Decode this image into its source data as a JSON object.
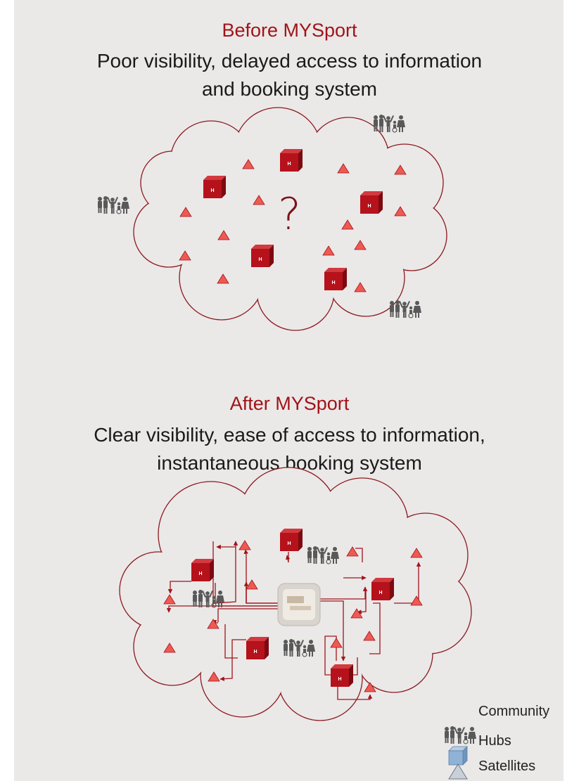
{
  "before": {
    "heading": "Before MYSport",
    "line1": "Poor visibility, delayed access to information",
    "line2": "and booking system",
    "question": "?"
  },
  "after": {
    "heading": "After MYSport",
    "line1": "Clear visibility, ease of access to information,",
    "line2": "instantaneous booking system"
  },
  "hub_label": "H",
  "legend": {
    "community": "Community",
    "hubs": "Hubs",
    "satellites": "Satellites"
  },
  "colors": {
    "panel": "#ebe8e8",
    "accent": "#a01418",
    "hub": "#b5121b",
    "satellite": "#e8504a",
    "community": "#595959",
    "legend_hub": "#8fb2d6",
    "legend_satellite": "#c9d0d8"
  }
}
